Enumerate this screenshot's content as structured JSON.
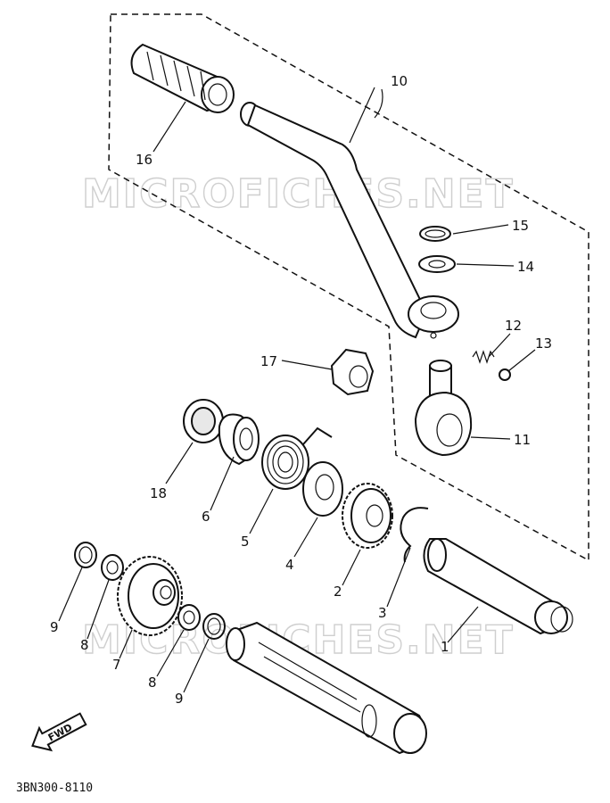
{
  "watermark": "MICROFICHES.NET",
  "diagram_code": "3BN300-8110",
  "fwd_label": "FWD",
  "callouts": {
    "p1": "1",
    "p2": "2",
    "p3": "3",
    "p4": "4",
    "p5": "5",
    "p6": "6",
    "p7": "7",
    "p8a": "8",
    "p8b": "8",
    "p9a": "9",
    "p9b": "9",
    "p10": "10",
    "p11": "11",
    "p12": "12",
    "p13": "13",
    "p14": "14",
    "p15": "15",
    "p16": "16",
    "p17": "17",
    "p18": "18"
  }
}
